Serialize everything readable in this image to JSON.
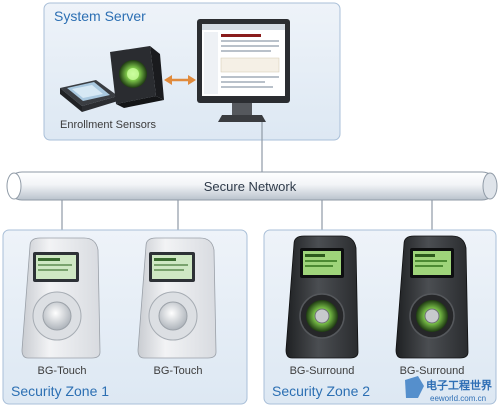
{
  "server_panel": {
    "title": "System Server",
    "sensors_label": "Enrollment Sensors"
  },
  "network": {
    "label": "Secure Network"
  },
  "zone1": {
    "title": "Security Zone 1",
    "devices": [
      {
        "label": "BG-Touch"
      },
      {
        "label": "BG-Touch"
      }
    ]
  },
  "zone2": {
    "title": "Security Zone 2",
    "devices": [
      {
        "label": "BG-Surround"
      },
      {
        "label": "BG-Surround"
      }
    ]
  },
  "watermark": {
    "line1": "电子工程世界",
    "line2": "eeworld.com.cn"
  },
  "colors": {
    "panel_fill": "#e6eef7",
    "panel_stroke": "#a9bfd8",
    "title_blue": "#2c6fb3",
    "arrow_orange": "#e08a3c"
  }
}
